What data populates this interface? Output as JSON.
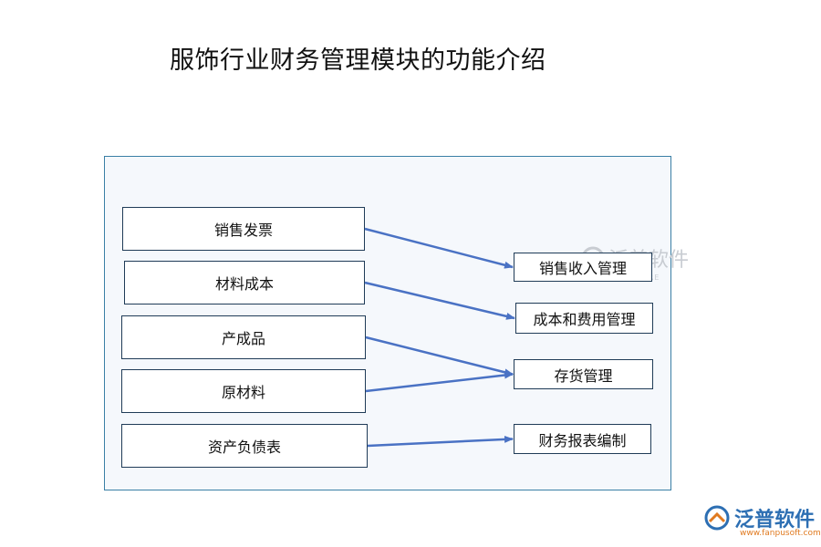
{
  "title": "服饰行业财务管理模块的功能介绍",
  "sources": [
    {
      "id": "s1",
      "label": "销售发票"
    },
    {
      "id": "s2",
      "label": "材料成本"
    },
    {
      "id": "s3",
      "label": "产成品"
    },
    {
      "id": "s4",
      "label": "原材料"
    },
    {
      "id": "s5",
      "label": "资产负债表"
    }
  ],
  "targets": [
    {
      "id": "t1",
      "label": "销售收入管理"
    },
    {
      "id": "t2",
      "label": "成本和费用管理"
    },
    {
      "id": "t3",
      "label": "存货管理"
    },
    {
      "id": "t4",
      "label": "财务报表编制"
    }
  ],
  "links": [
    {
      "from": "s1",
      "to": "t1"
    },
    {
      "from": "s2",
      "to": "t2"
    },
    {
      "from": "s3",
      "to": "t3"
    },
    {
      "from": "s4",
      "to": "t3"
    },
    {
      "from": "s5",
      "to": "t4"
    }
  ],
  "arrow_color": "#4a72c4",
  "watermark": {
    "name": "泛普软件",
    "sub": "FANPU SOFTWARE"
  },
  "logo": {
    "name": "泛普软件",
    "url": "www.fanpusoft.com"
  }
}
